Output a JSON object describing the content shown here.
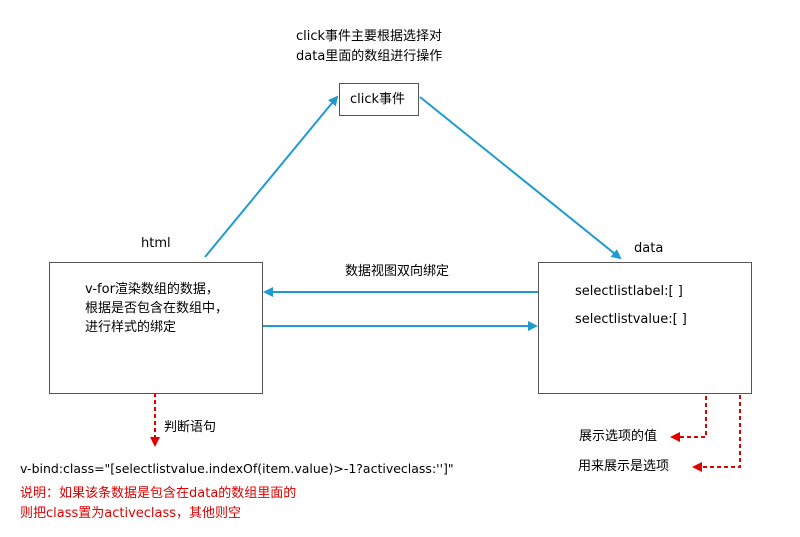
{
  "top_note": {
    "line1": "click事件主要根据选择对",
    "line2": "data里面的数组进行操作"
  },
  "click_box": {
    "label": "click事件"
  },
  "html_box": {
    "title": "html",
    "line1": "v-for渲染数组的数据，",
    "line2": "根据是否包含在数组中，",
    "line3": "进行样式的绑定"
  },
  "data_box": {
    "title": "data",
    "line1": "selectlistlabel:[ ]",
    "line2": "selectlistvalue:[ ]"
  },
  "two_way_label": "数据视图双向绑定",
  "judge_label": "判断语句",
  "bind_expr": "v-bind:class=\"[selectlistvalue.indexOf(item.value)>-1?activeclass:'']\"",
  "explain": {
    "line1": "说明：如果该条数据是包含在data的数组里面的",
    "line2": "则把class置为activeclass，其他则空"
  },
  "right_notes": {
    "show_value": "展示选项的值",
    "show_option": "用来展示是选项"
  },
  "colors": {
    "blue_arrow": "#1f9bd1",
    "red_arrow": "#e00000",
    "box_border": "#555555"
  }
}
